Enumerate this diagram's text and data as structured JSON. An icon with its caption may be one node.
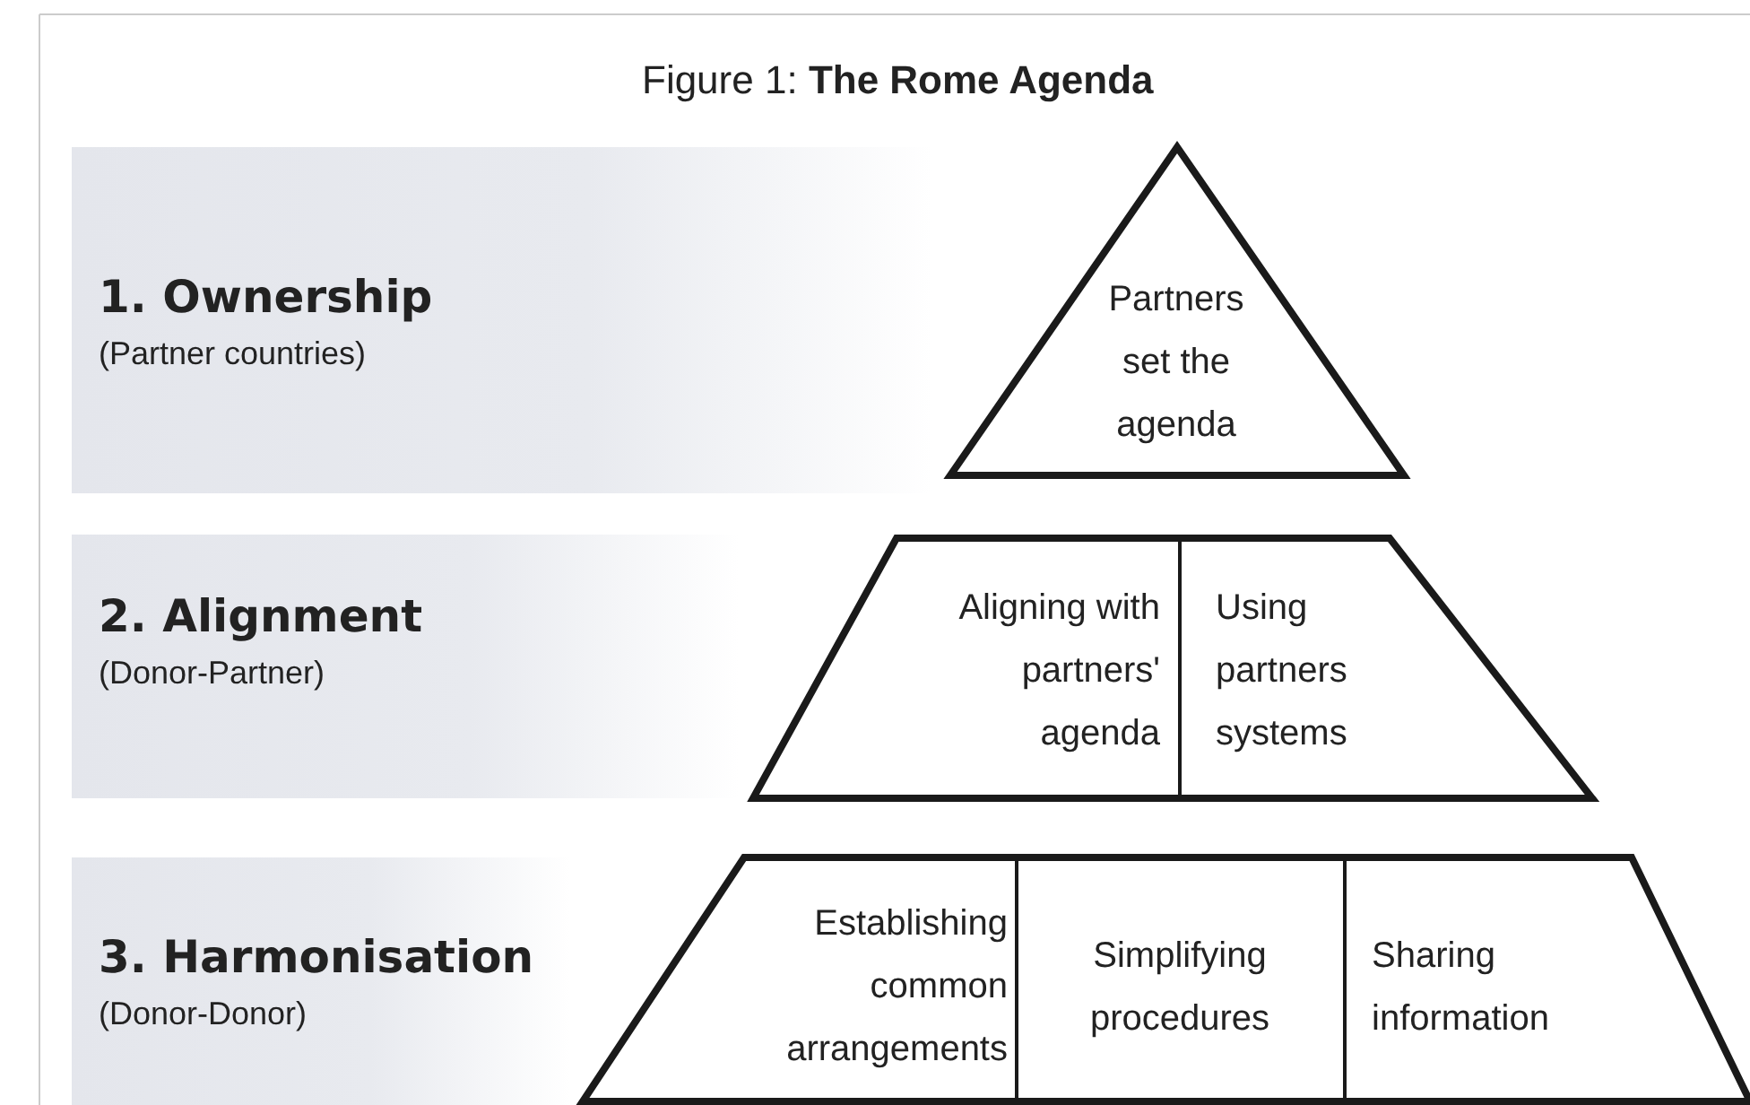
{
  "diagram": {
    "title": "Figure 1: **The Rome Agenda**",
    "nodes": [
      {
        "text": [
          "1. Ownership",
          "(Partner countries)"
        ]
      },
      {
        "text": [
          "Partners set the agenda"
        ]
      },
      {
        "text": [
          "2. Alignment",
          "(Donor-Partner)"
        ]
      },
      {
        "text": [],
        "shape": "trapezoid"
      },
      {
        "text": [
          "Aligning with partners' agenda"
        ],
        "in": 3
      },
      {
        "text": [
          "Using partners systems"
        ],
        "in": 3
      },
      {
        "text": [
          "3. Harmonisation",
          "(Donor-Donor)"
        ]
      },
      {
        "text": [],
        "shape": "trapezoid"
      },
      {
        "text": [
          "Establishing common arrangements"
        ],
        "in": 7
      },
      {
        "text": [
          "Simplifying procedures"
        ],
        "in": 7
      },
      {
        "text": [
          "Sharing information"
        ],
        "in": 7
      }
    ]
  }
}
